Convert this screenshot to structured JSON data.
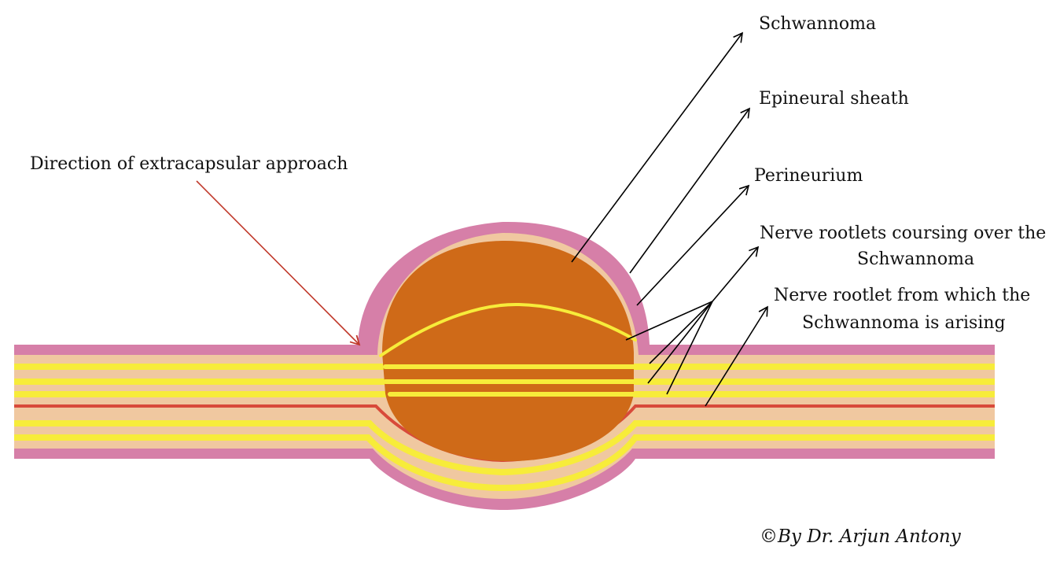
{
  "labels": {
    "schwannoma": "Schwannoma",
    "epineural_sheath": "Epineural sheath",
    "perineurium": "Perineurium",
    "rootlets_over_line1": "Nerve rootlets coursing over the",
    "rootlets_over_line2": "Schwannoma",
    "rootlet_arising_line1": "Nerve rootlet from which the",
    "rootlet_arising_line2": "Schwannoma is arising",
    "approach": "Direction of extracapsular approach",
    "credit": "©By Dr. Arjun Antony"
  },
  "colors": {
    "epineurium": "#d67fa8",
    "perineurium": "#f0c8a0",
    "fascicle": "#f7ec3a",
    "tumor": "#cf6a18",
    "arising_rootlet": "#d84a3a",
    "approach_arrow": "#c0392b",
    "leader": "#000000"
  }
}
